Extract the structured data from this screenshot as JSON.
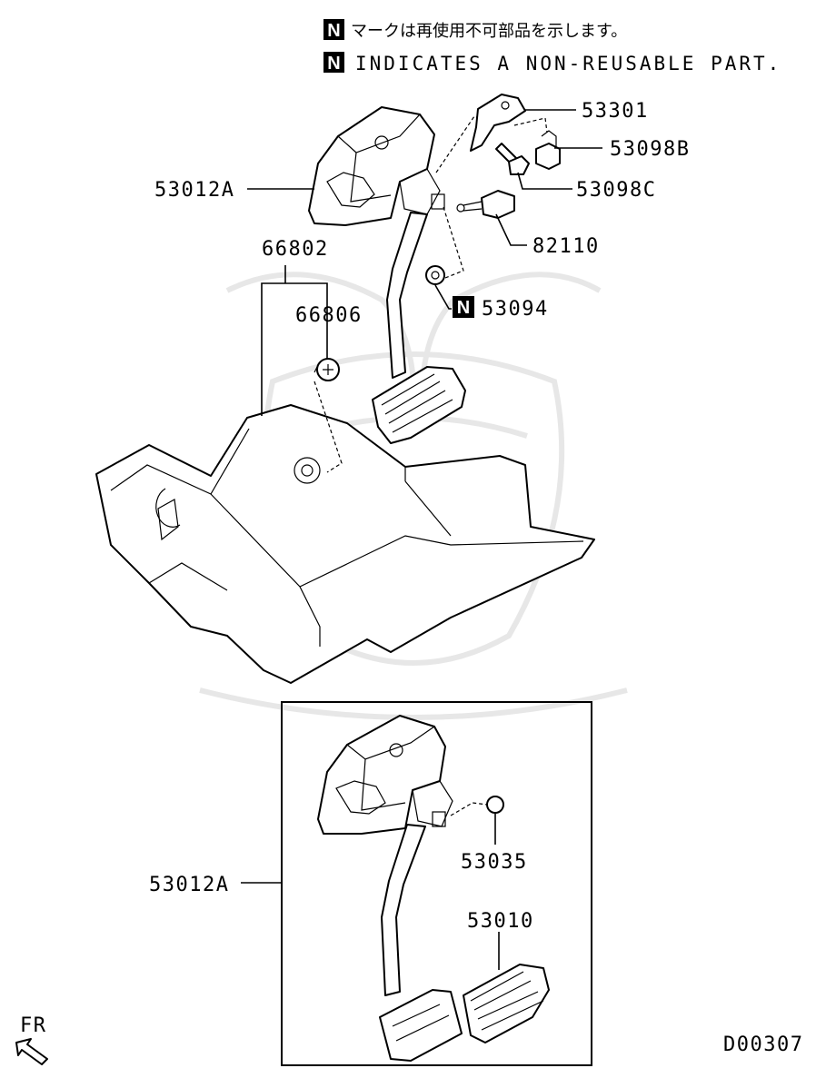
{
  "notes": {
    "jp_text": "マークは再使用不可部品を示します。",
    "en_text": "INDICATES A NON-REUSABLE PART.",
    "badge_letter": "N"
  },
  "parts": {
    "p53301": "53301",
    "p53098B": "53098B",
    "p53012A_top": "53012A",
    "p53098C": "53098C",
    "p82110": "82110",
    "p66802": "66802",
    "p66806": "66806",
    "p53094": "53094",
    "p53012A_bottom": "53012A",
    "p53035": "53035",
    "p53010": "53010"
  },
  "footer": {
    "direction": "FR",
    "diagram_code": "D00307"
  },
  "colors": {
    "ink": "#000000",
    "watermark": "#e7e7e7",
    "background": "#ffffff"
  }
}
